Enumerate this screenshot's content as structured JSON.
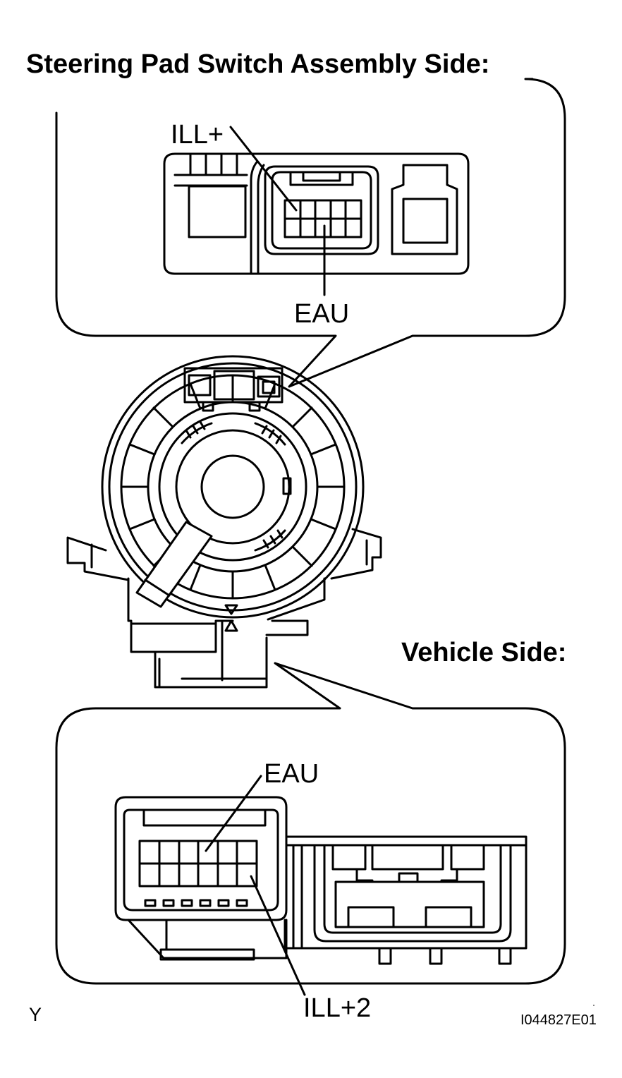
{
  "upper": {
    "title": "Steering Pad Switch Assembly Side:",
    "pin_top": "ILL+",
    "pin_bottom": "EAU"
  },
  "lower": {
    "title": "Vehicle Side:",
    "pin_top": "EAU",
    "pin_bottom": "ILL+2"
  },
  "footer": {
    "letter": "Y",
    "figure_code": "I044827E01"
  }
}
